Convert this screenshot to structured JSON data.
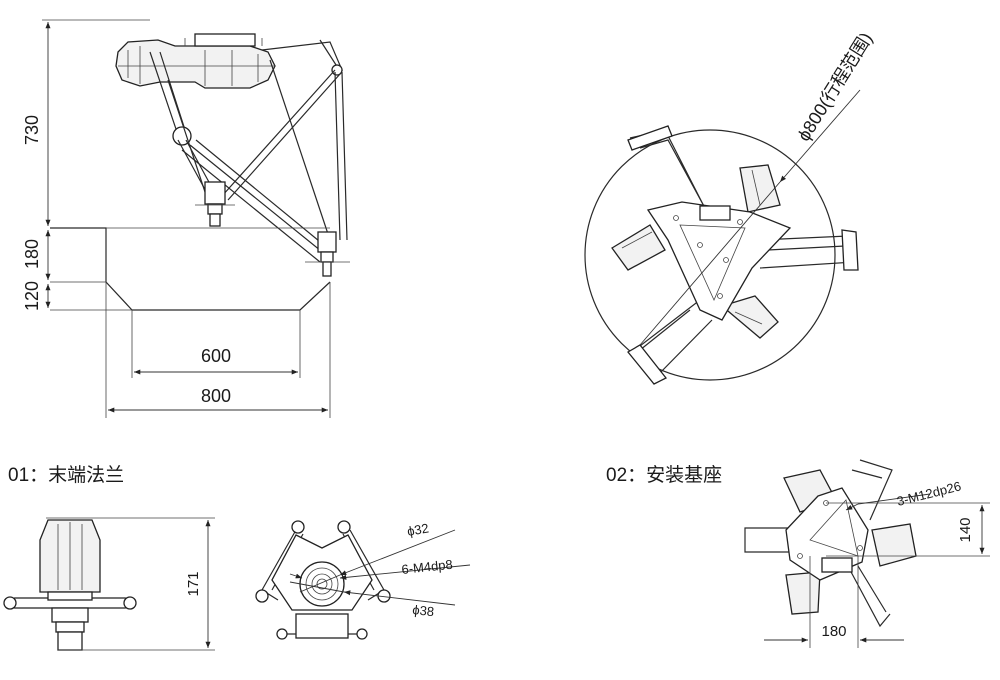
{
  "side_view": {
    "dim_730": "730",
    "dim_180": "180",
    "dim_120": "120",
    "dim_600": "600",
    "dim_800": "800"
  },
  "top_view": {
    "range_label": "ϕ800(行程范围)"
  },
  "section_01": {
    "caption": "01：末端法兰",
    "dim_171": "171",
    "dim_d32": "ϕ32",
    "dim_holes": "6-M4dp8",
    "dim_d38": "ϕ38"
  },
  "section_02": {
    "caption": "02：安装基座",
    "dim_holes": "3-M12dp26",
    "dim_140": "140",
    "dim_180": "180"
  }
}
